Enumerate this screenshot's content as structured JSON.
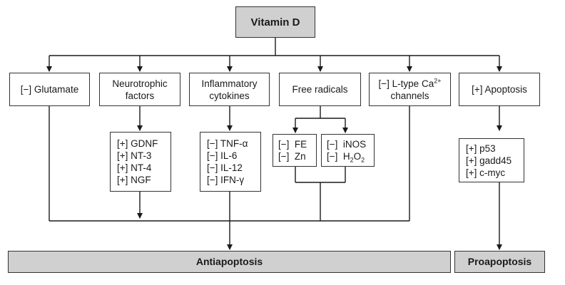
{
  "top": {
    "label": "Vitamin D"
  },
  "categories": [
    {
      "label_lines": [
        "[−] Glutamate"
      ]
    },
    {
      "label_lines": [
        "Neurotrophic",
        "factors"
      ]
    },
    {
      "label_lines": [
        "Inflammatory",
        "cytokines"
      ]
    },
    {
      "label_lines": [
        "Free radicals"
      ]
    },
    {
      "label_lines": [
        "[−] L-type Ca",
        "channels"
      ],
      "superscript": "2+"
    },
    {
      "label_lines": [
        "[+] Apoptosis"
      ]
    }
  ],
  "neurotrophic_list": [
    "[+] GDNF",
    "[+] NT-3",
    "[+] NT-4",
    "[+] NGF"
  ],
  "cytokine_list": [
    "[−] TNF-α",
    "[−] IL-6",
    "[−] IL-12",
    "[−] IFN-γ"
  ],
  "free_radicals_left": [
    "[−]  FE",
    "[−]  Zn"
  ],
  "free_radicals_right": {
    "line1": "[−]  iNOS",
    "line2_prefix": "[−]  H",
    "sub1": "2",
    "mid": "O",
    "sub2": "2"
  },
  "apoptosis_list": [
    "[+] p53",
    "[+] gadd45",
    "[+] c-myc"
  ],
  "outcomes": {
    "anti": "Antiapoptosis",
    "pro": "Proapoptosis"
  },
  "colors": {
    "box_fill_highlight": "#d0d0d0",
    "line": "#1a1a1a"
  }
}
